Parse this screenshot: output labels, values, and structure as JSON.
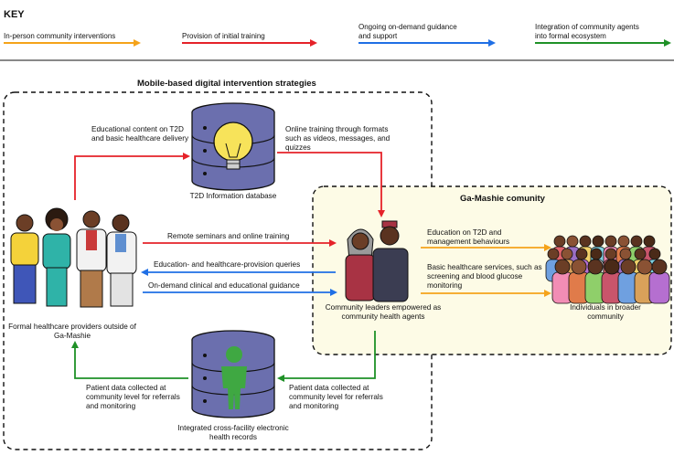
{
  "key": {
    "title": "KEY",
    "items": [
      {
        "label": "In-person community interventions",
        "color": "#f5a31a"
      },
      {
        "label": "Provision of initial training",
        "color": "#e52229"
      },
      {
        "label": "Ongoing on-demand guidance and support",
        "color": "#1f6fe5"
      },
      {
        "label": "Integration of community agents into formal ecosystem",
        "color": "#1f9127"
      }
    ]
  },
  "mobile_box": {
    "title": "Mobile-based digital intervention strategies"
  },
  "community_box": {
    "title": "Ga-Mashie comunity",
    "fill": "#fdfbe6"
  },
  "nodes": {
    "providers": "Formal healthcare providers outside of Ga-Mashie",
    "database": "T2D Information database",
    "ehr": "Integrated cross-facility electronic health records",
    "leaders": "Community leaders empowered as community health agents",
    "individuals": "Individuals in broader community"
  },
  "edges": {
    "educational_content": "Educational content on T2D and basic healthcare delivery",
    "online_training": "Online training through formats such as videos, messages, and quizzes",
    "remote_seminars": "Remote seminars and online training",
    "queries": "Education- and healthcare-provision queries",
    "guidance": "On-demand clinical and educational guidance",
    "education_t2d": "Education on T2D and management behaviours",
    "basic_services": "Basic healthcare services, such as screening and blood glucose monitoring",
    "patient_data_left": "Patient data collected at community level for referrals and monitoring",
    "patient_data_right": "Patient data collected at community level for referrals and monitoring"
  },
  "colors": {
    "orange": "#f5a31a",
    "red": "#e52229",
    "blue": "#1f6fe5",
    "green": "#1f9127"
  }
}
